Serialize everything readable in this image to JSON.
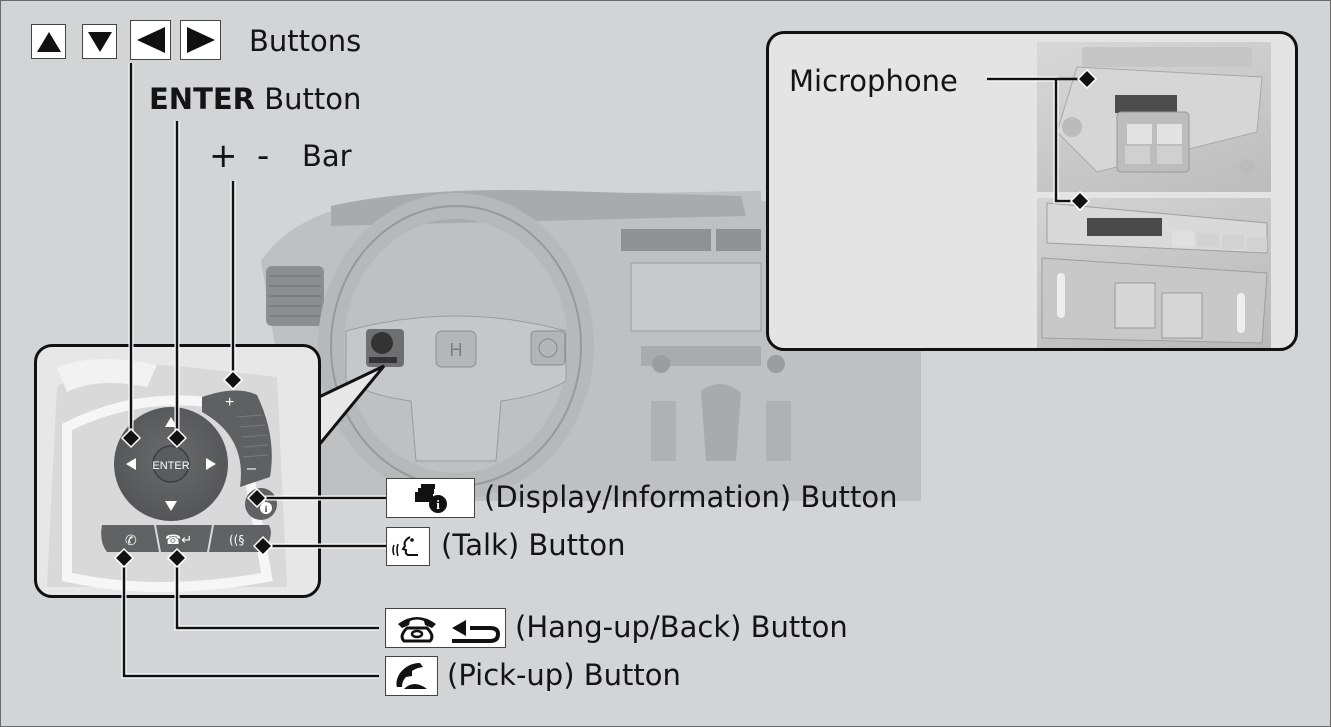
{
  "labels": {
    "arrow_buttons": "Buttons",
    "enter_bold": "ENTER",
    "enter_rest": " Button",
    "plus_symbol": "+",
    "minus_symbol": "-",
    "bar": "Bar",
    "microphone": "Microphone",
    "display_info": "(Display/Information) Button",
    "talk": "(Talk) Button",
    "hangup_back": "(Hang-up/Back) Button",
    "pickup": "(Pick-up) Button"
  },
  "arrow_keys": [
    "up",
    "down",
    "left",
    "right"
  ],
  "steering_pad": {
    "center_label": "ENTER",
    "plus": "+",
    "minus": "–"
  },
  "colors": {
    "background": "#d3d4d6",
    "leader_line": "#111111",
    "inset_fill": "#e4e4e4"
  }
}
